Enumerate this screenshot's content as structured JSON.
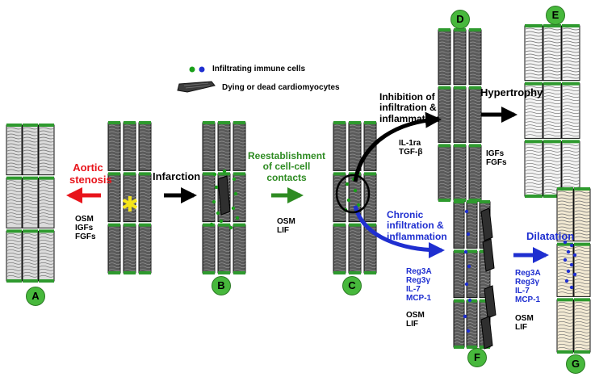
{
  "legend": {
    "immune_cells": "Infiltrating immune cells",
    "dying_cells": "Dying or dead cardiomyocytes"
  },
  "panels": [
    "A",
    "B",
    "C",
    "D",
    "E",
    "F",
    "G"
  ],
  "transitions": {
    "aortic_stenosis": "Aortic\nstenosis",
    "aortic_factors": "OSM\nIGFs\nFGFs",
    "infarction": "Infarction",
    "reestablishment": "Reestablishment\nof cell-cell\ncontacts",
    "reestablishment_factors": "OSM\nLIF",
    "inhibition": "Inhibition of\ninfiltration &\ninflammation",
    "inhibition_factors": "IL-1ra\nTGF-β",
    "hypertrophy": "Hypertrophy",
    "hypertrophy_factors": "IGFs\nFGFs",
    "chronic": "Chronic\ninfiltration &\ninflammation",
    "chronic_factors_blue": "Reg3A\nReg3γ\nIL-7\nMCP-1",
    "chronic_factors_black": "OSM\nLIF",
    "dilatation": "Dilatation",
    "dilatation_factors_blue": "Reg3A\nReg3γ\nIL-7\nMCP-1",
    "dilatation_factors_black": "OSM\nLIF"
  },
  "colors": {
    "red": "#e8141b",
    "green": "#2e8b22",
    "blue": "#1f2fd0",
    "black": "#000000",
    "badge": "#47b83c",
    "dark_cell": "#5a5a5a",
    "light_cell": "#dcdcdc",
    "white_cell": "#f4f4f4",
    "cream_cell": "#f3ead3",
    "disc": "#2e9a2e"
  }
}
